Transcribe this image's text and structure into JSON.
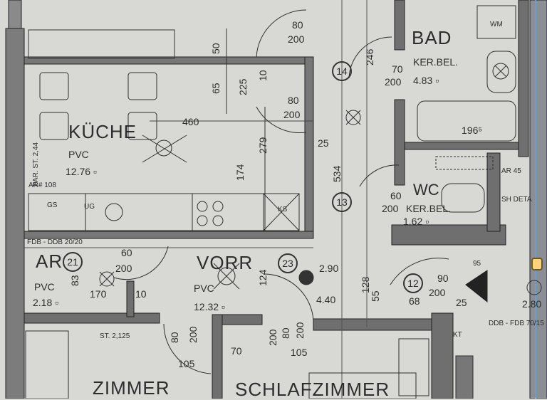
{
  "rooms": {
    "bad": {
      "name": "BAD",
      "sub1": "KER.BEL.",
      "d1": "70",
      "d2": "200",
      "area": "4.83 ▫"
    },
    "kueche": {
      "name": "KÜCHE",
      "floor": "PVC",
      "area": "12.76 ▫",
      "width": "460"
    },
    "wc": {
      "name": "WC",
      "d1": "60",
      "d2": "200",
      "sub1": "KER.BEL.",
      "area": "1.62 ▫"
    },
    "ar": {
      "name": "AR",
      "floor": "PVC",
      "area": "2.18 ▫"
    },
    "vorr": {
      "name": "VORR",
      "floor": "PVC",
      "area": "12.32 ▫"
    },
    "zimmer": {
      "name": "ZIMMER"
    },
    "schlafzimmer": {
      "name": "SCHLAFZIMMER"
    }
  },
  "dimensions": {
    "d80a": "80",
    "d200a": "200",
    "d50": "50",
    "d65": "65",
    "d225": "225",
    "d10": "10",
    "d80b": "80",
    "d200b": "200",
    "d279": "279",
    "d25": "25",
    "d174": "174",
    "d534": "534",
    "d246": "246",
    "d196": "196⁵",
    "d55": "55",
    "d60": "60",
    "d200c": "200",
    "d170": "170",
    "d10b": "10",
    "d83": "83",
    "d124": "124",
    "d290": "2.90",
    "d128": "128",
    "d440": "4.40",
    "d90": "90",
    "d200d": "200",
    "d68": "68",
    "d25b": "25",
    "d95": "95",
    "d80c": "80",
    "d200e": "200",
    "d80d": "80",
    "d200f": "200",
    "d105a": "105",
    "d70": "70",
    "d105b": "105",
    "d200g": "200",
    "d280": "2.80"
  },
  "markers": {
    "m14": "14",
    "m13": "13",
    "m21": "21",
    "m23": "23",
    "m12": "12"
  },
  "notes": {
    "wm": "WM",
    "fdb": "FDB - DDB 20/20",
    "ddb": "DDB - FDB 70/15",
    "par": "PAR. ST. 2,44",
    "ar108": "AR# 108",
    "st2125": "ST. 2,125",
    "kt": "KT",
    "gs": "GS",
    "ug": "UG",
    "ks": "KS",
    "ar45": "AR 45",
    "sh": "SH DETA"
  }
}
